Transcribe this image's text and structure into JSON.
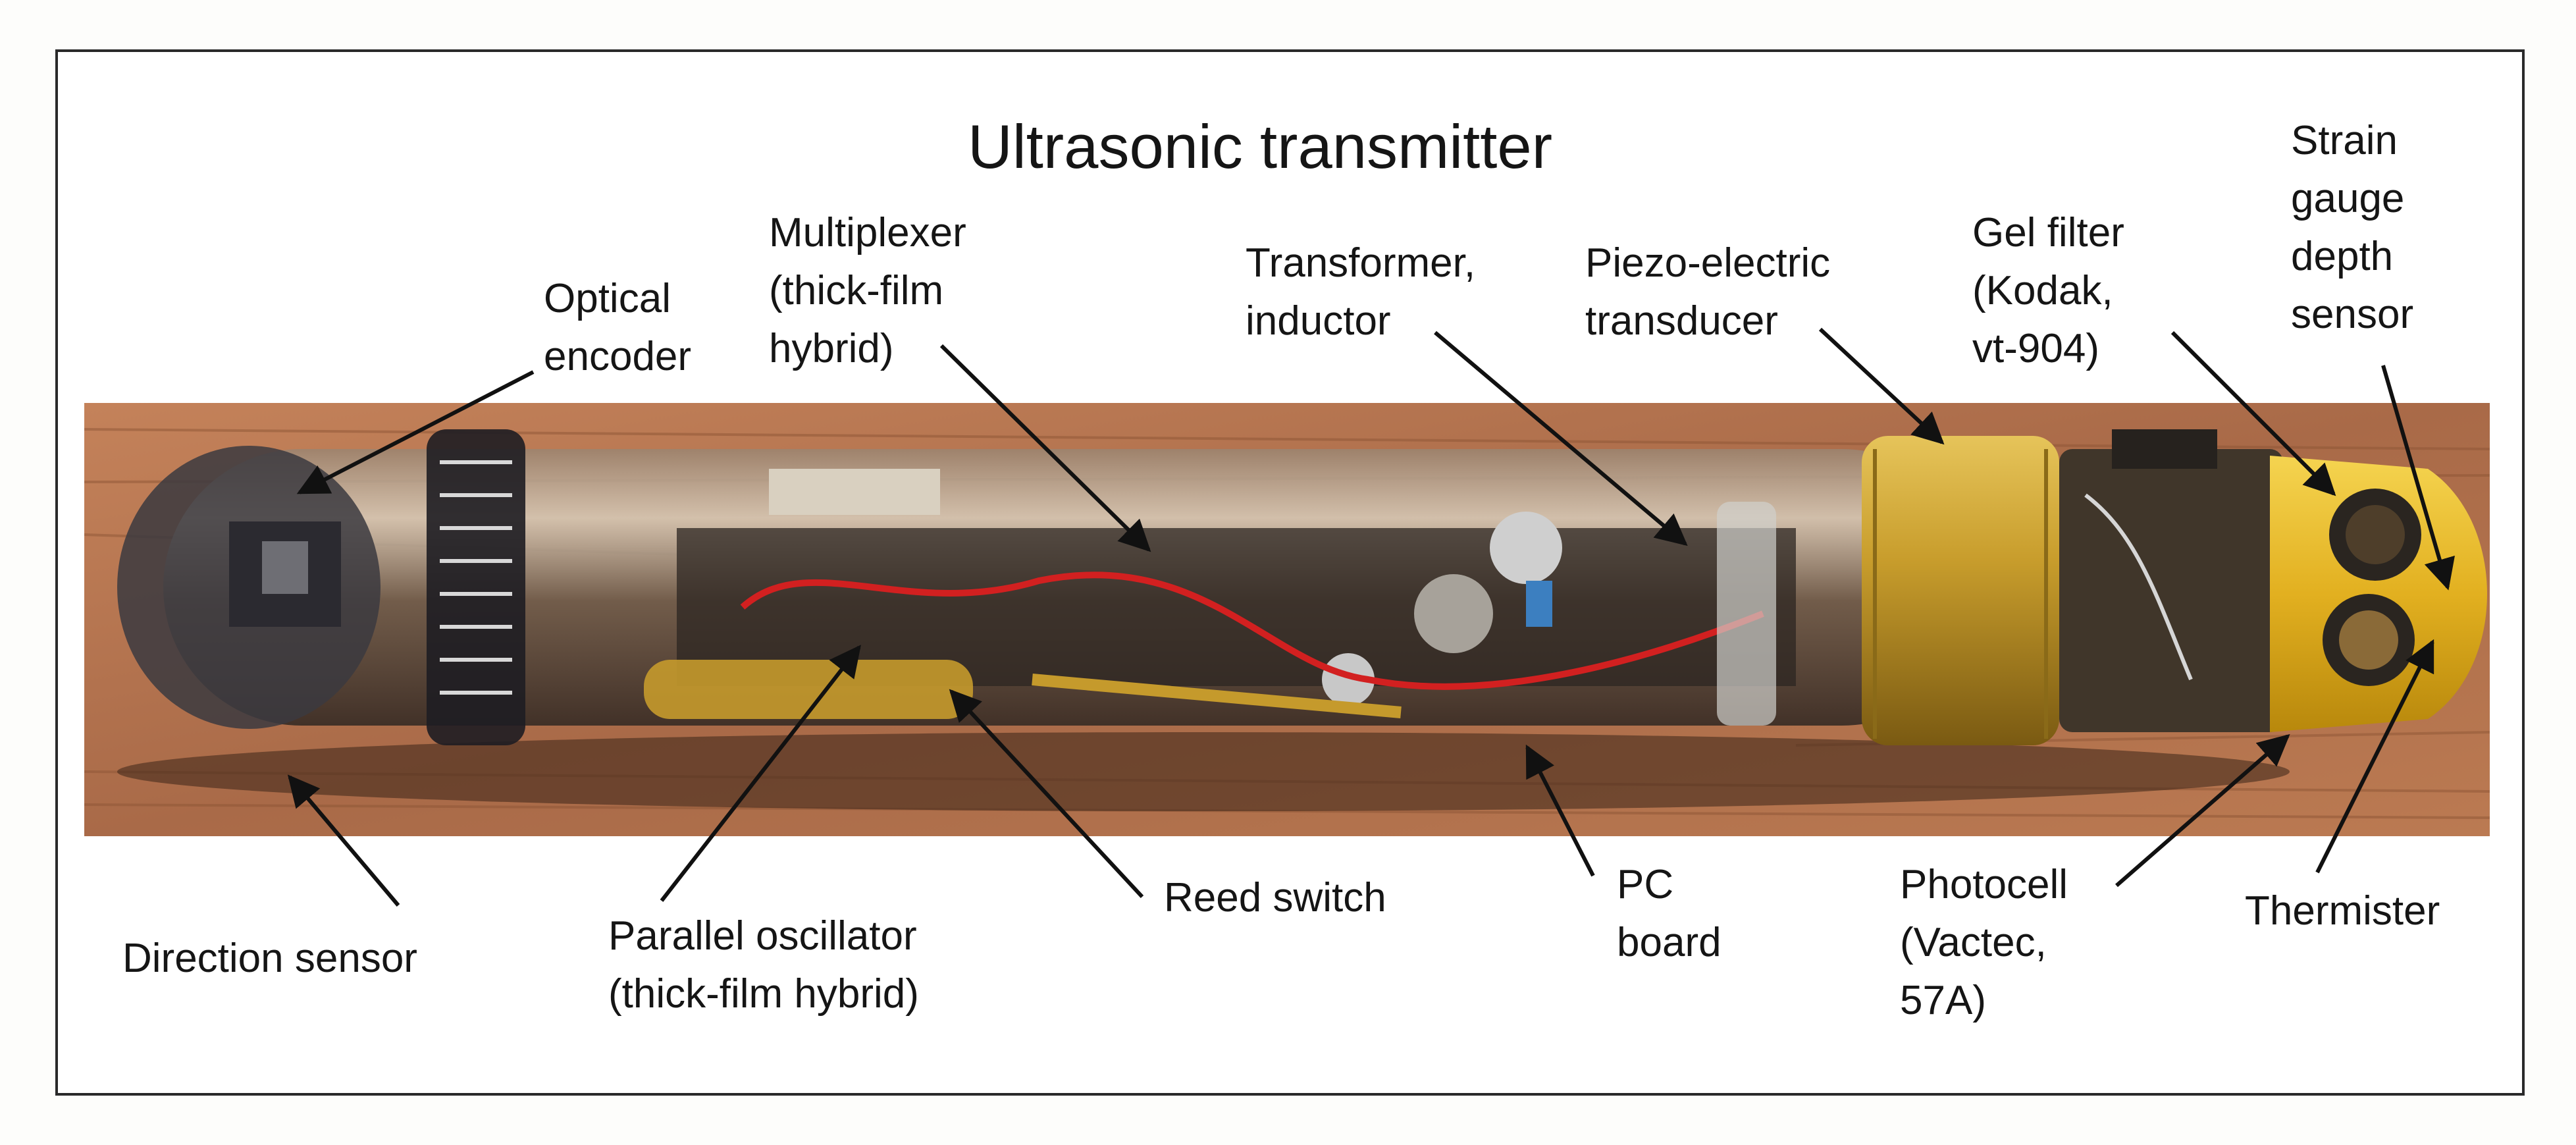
{
  "title": "Ultrasonic transmitter",
  "labels": {
    "optical_encoder": "Optical\nencoder",
    "multiplexer": "Multiplexer\n(thick-film\nhybrid)",
    "transformer": "Transformer,\ninductor",
    "piezo": "Piezo-electric\ntransducer",
    "gel_filter": "Gel filter\n(Kodak,\nvt-904)",
    "strain_gauge": "Strain\ngauge\ndepth\nsensor",
    "direction_sensor": "Direction sensor",
    "parallel_oscillator": "Parallel oscillator\n(thick-film hybrid)",
    "reed_switch": "Reed switch",
    "pc_board": "PC\nboard",
    "photocell": "Photocell\n(Vactec,\n57A)",
    "thermister": "Thermister"
  },
  "colors": {
    "background_wood": "#b8744e",
    "brass_band": "#c9a233",
    "yellow_endcap": "#e8b820",
    "wire_red": "#d22020",
    "frame": "#2a2a2a"
  }
}
